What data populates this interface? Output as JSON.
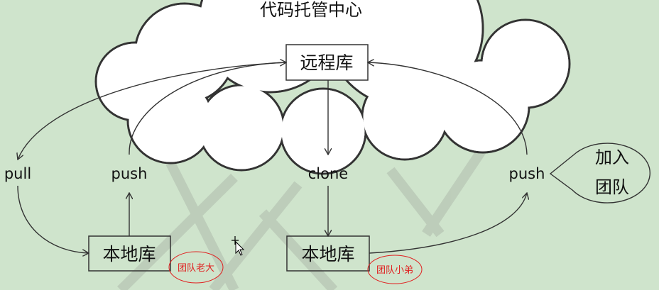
{
  "title": "代码托管中心",
  "remote_repo": "远程库",
  "labels": {
    "pull": "pull",
    "push_left": "push",
    "clone": "clone",
    "push_right": "push"
  },
  "local_repo_left": "本地库",
  "local_repo_right": "本地库",
  "callout": {
    "line1": "加入",
    "line2": "团队"
  },
  "annotations": {
    "left": "团队老大",
    "right": "团队小弟"
  },
  "colors": {
    "background": "#cfe4cc",
    "annotation": "#e02020"
  }
}
